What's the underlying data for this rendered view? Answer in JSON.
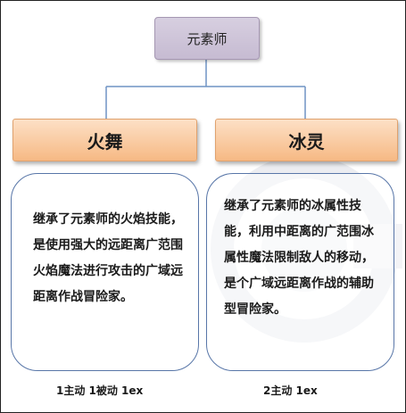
{
  "root": {
    "label": "元素师"
  },
  "branches": [
    {
      "title": "火舞",
      "description": "继承了元素师的火焰技能，是使用强大的远距离广范围火焰魔法进行攻击的广域远距离作战冒险家。",
      "footer": "1主动 1被动 1ex"
    },
    {
      "title": "冰灵",
      "description": "继承了元素师的冰属性技能，利用中距离的广范围冰属性魔法限制敌人的移动，是个广域远距离作战的辅助型冒险家。",
      "footer": "2主动 1ex"
    }
  ],
  "colors": {
    "root_fill": "#cdc3d9",
    "branch_fill": "#f8c69b",
    "box_border": "#5876a8",
    "connector": "#6f93c4"
  }
}
